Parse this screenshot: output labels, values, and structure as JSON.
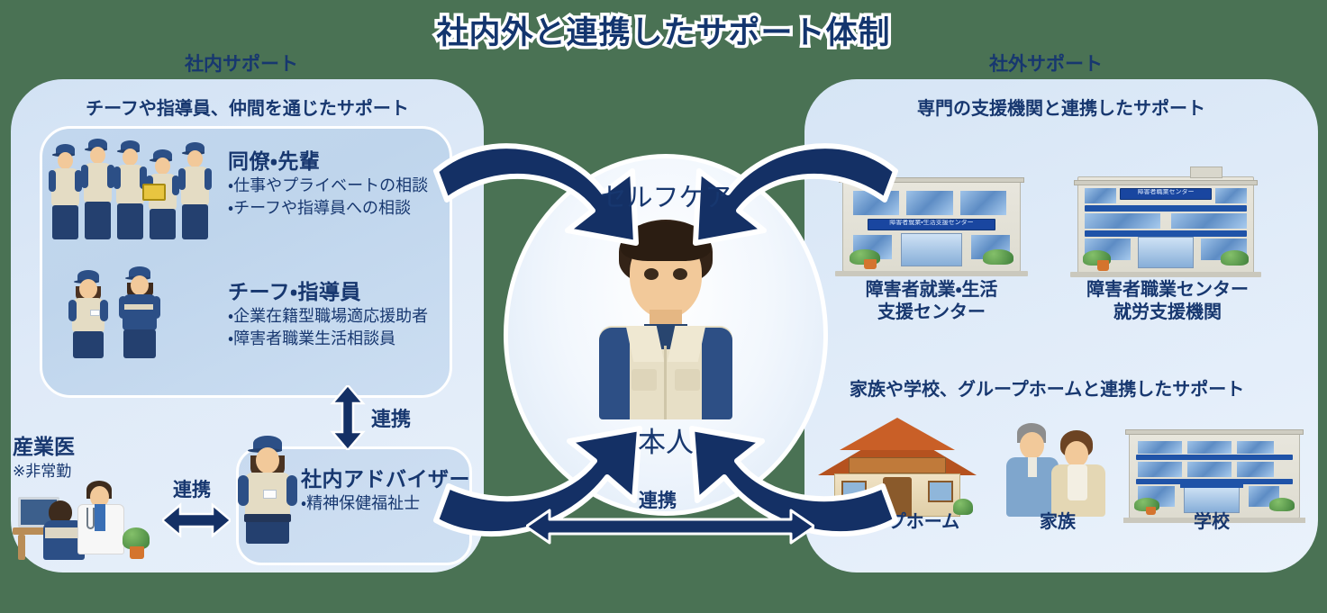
{
  "title": "社内外と連携したサポート体制",
  "sections": {
    "left_caption": "社内サポート",
    "right_caption": "社外サポート"
  },
  "left_panel": {
    "heading": "チーフや指導員、仲間を通じたサポート",
    "groups": [
      {
        "heading": "同僚・先輩",
        "lines": [
          "・仕事やプライベートの相談",
          "・チーフや指導員への相談"
        ],
        "illustration": "five-workers"
      },
      {
        "heading": "チーフ・指導員",
        "lines": [
          "・企業在籍型職場適応援助者",
          "・障害者職業生活相談員"
        ],
        "illustration": "two-supervisors"
      }
    ],
    "occupational_doctor": {
      "label": "産業医",
      "note": "※非常勤",
      "illustration": "doctor-consultation"
    },
    "advisor": {
      "heading": "社内アドバイザー",
      "line": "・精神保健福祉士",
      "illustration": "advisor-person"
    },
    "link_labels": {
      "vertical": "連携",
      "horizontal": "連携"
    }
  },
  "right_panel": {
    "heading": "専門の支援機関と連携したサポート",
    "agencies": [
      {
        "label_line1": "障害者就業・生活",
        "label_line2": "支援センター",
        "sign_text": "障害者就業・生活支援センター",
        "illustration": "office-building-2f"
      },
      {
        "label_line1": "障害者職業センター",
        "label_line2": "就労支援機関",
        "sign_text": "障害者職業センター",
        "illustration": "office-building-3f"
      }
    ],
    "family_heading": "家族や学校、グループホームと連携したサポート",
    "family_items": [
      {
        "label": "グループホーム",
        "illustration": "house"
      },
      {
        "label": "家族",
        "illustration": "couple"
      },
      {
        "label": "学校",
        "illustration": "school-building"
      }
    ]
  },
  "center": {
    "self_care": "セルフケア",
    "person": "本人",
    "link_label": "連携",
    "illustration": "young-worker-portrait"
  },
  "colors": {
    "navy": "#17376f",
    "arrow_navy": "#143065",
    "panel_light": "#dfeaf8",
    "inner_box": "#c2d7ee",
    "background": "#4a7254",
    "white": "#ffffff"
  }
}
